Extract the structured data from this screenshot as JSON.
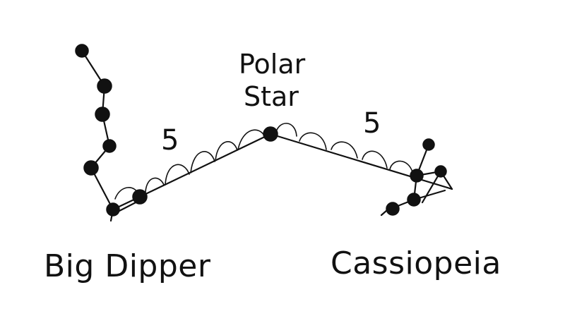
{
  "labels": {
    "polar_line1": "Polar",
    "polar_line2": "Star",
    "left_count": "5",
    "right_count": "5",
    "big_dipper": "Big Dipper",
    "cassiopeia": "Cassiopeia"
  },
  "colors": {
    "ink": "#111111",
    "background": "#ffffff"
  }
}
